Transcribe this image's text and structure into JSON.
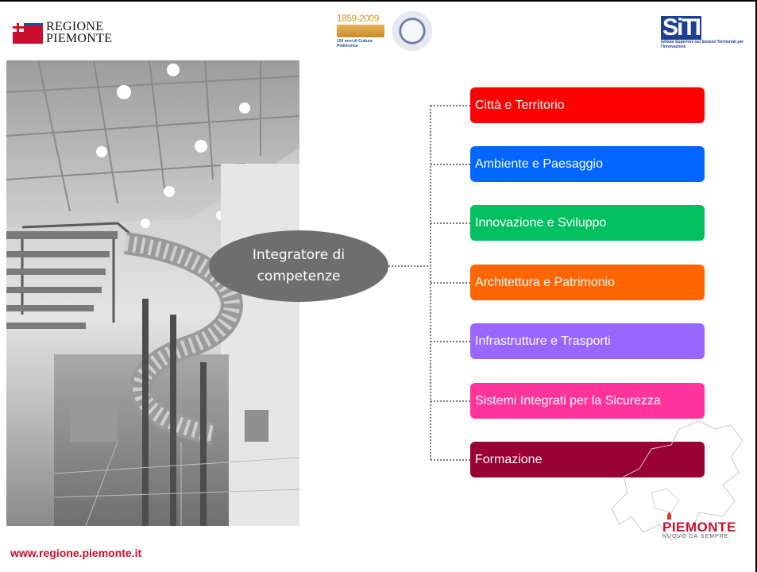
{
  "header": {
    "region_logo_line1": "REGIONE",
    "region_logo_line2": "PIEMONTE",
    "anniversary_years": "1859-2009",
    "anniversary_caption": "150 anni di Cultura Politecnica",
    "siti_mark": "SiTI",
    "siti_caption": "Istituto Superiore sui Sistemi Territoriali per l'Innovazione"
  },
  "hub": {
    "label": "Integratore di competenze"
  },
  "categories": [
    {
      "label": "Città e Territorio",
      "color": "#ff0000"
    },
    {
      "label": "Ambiente e Paesaggio",
      "color": "#0066ff"
    },
    {
      "label": "Innovazione e Sviluppo",
      "color": "#00c060"
    },
    {
      "label": "Architettura e Patrimonio",
      "color": "#ff6600"
    },
    {
      "label": "Infrastrutture e Trasporti",
      "color": "#9966ff"
    },
    {
      "label": "Sistemi Integrati per la Sicurezza",
      "color": "#ff3399"
    },
    {
      "label": "Formazione",
      "color": "#990033"
    }
  ],
  "footer": {
    "url": "www.regione.piemonte.it",
    "brand": "PIEMONTE",
    "tagline": "NUOVO DA SEMPRE."
  }
}
